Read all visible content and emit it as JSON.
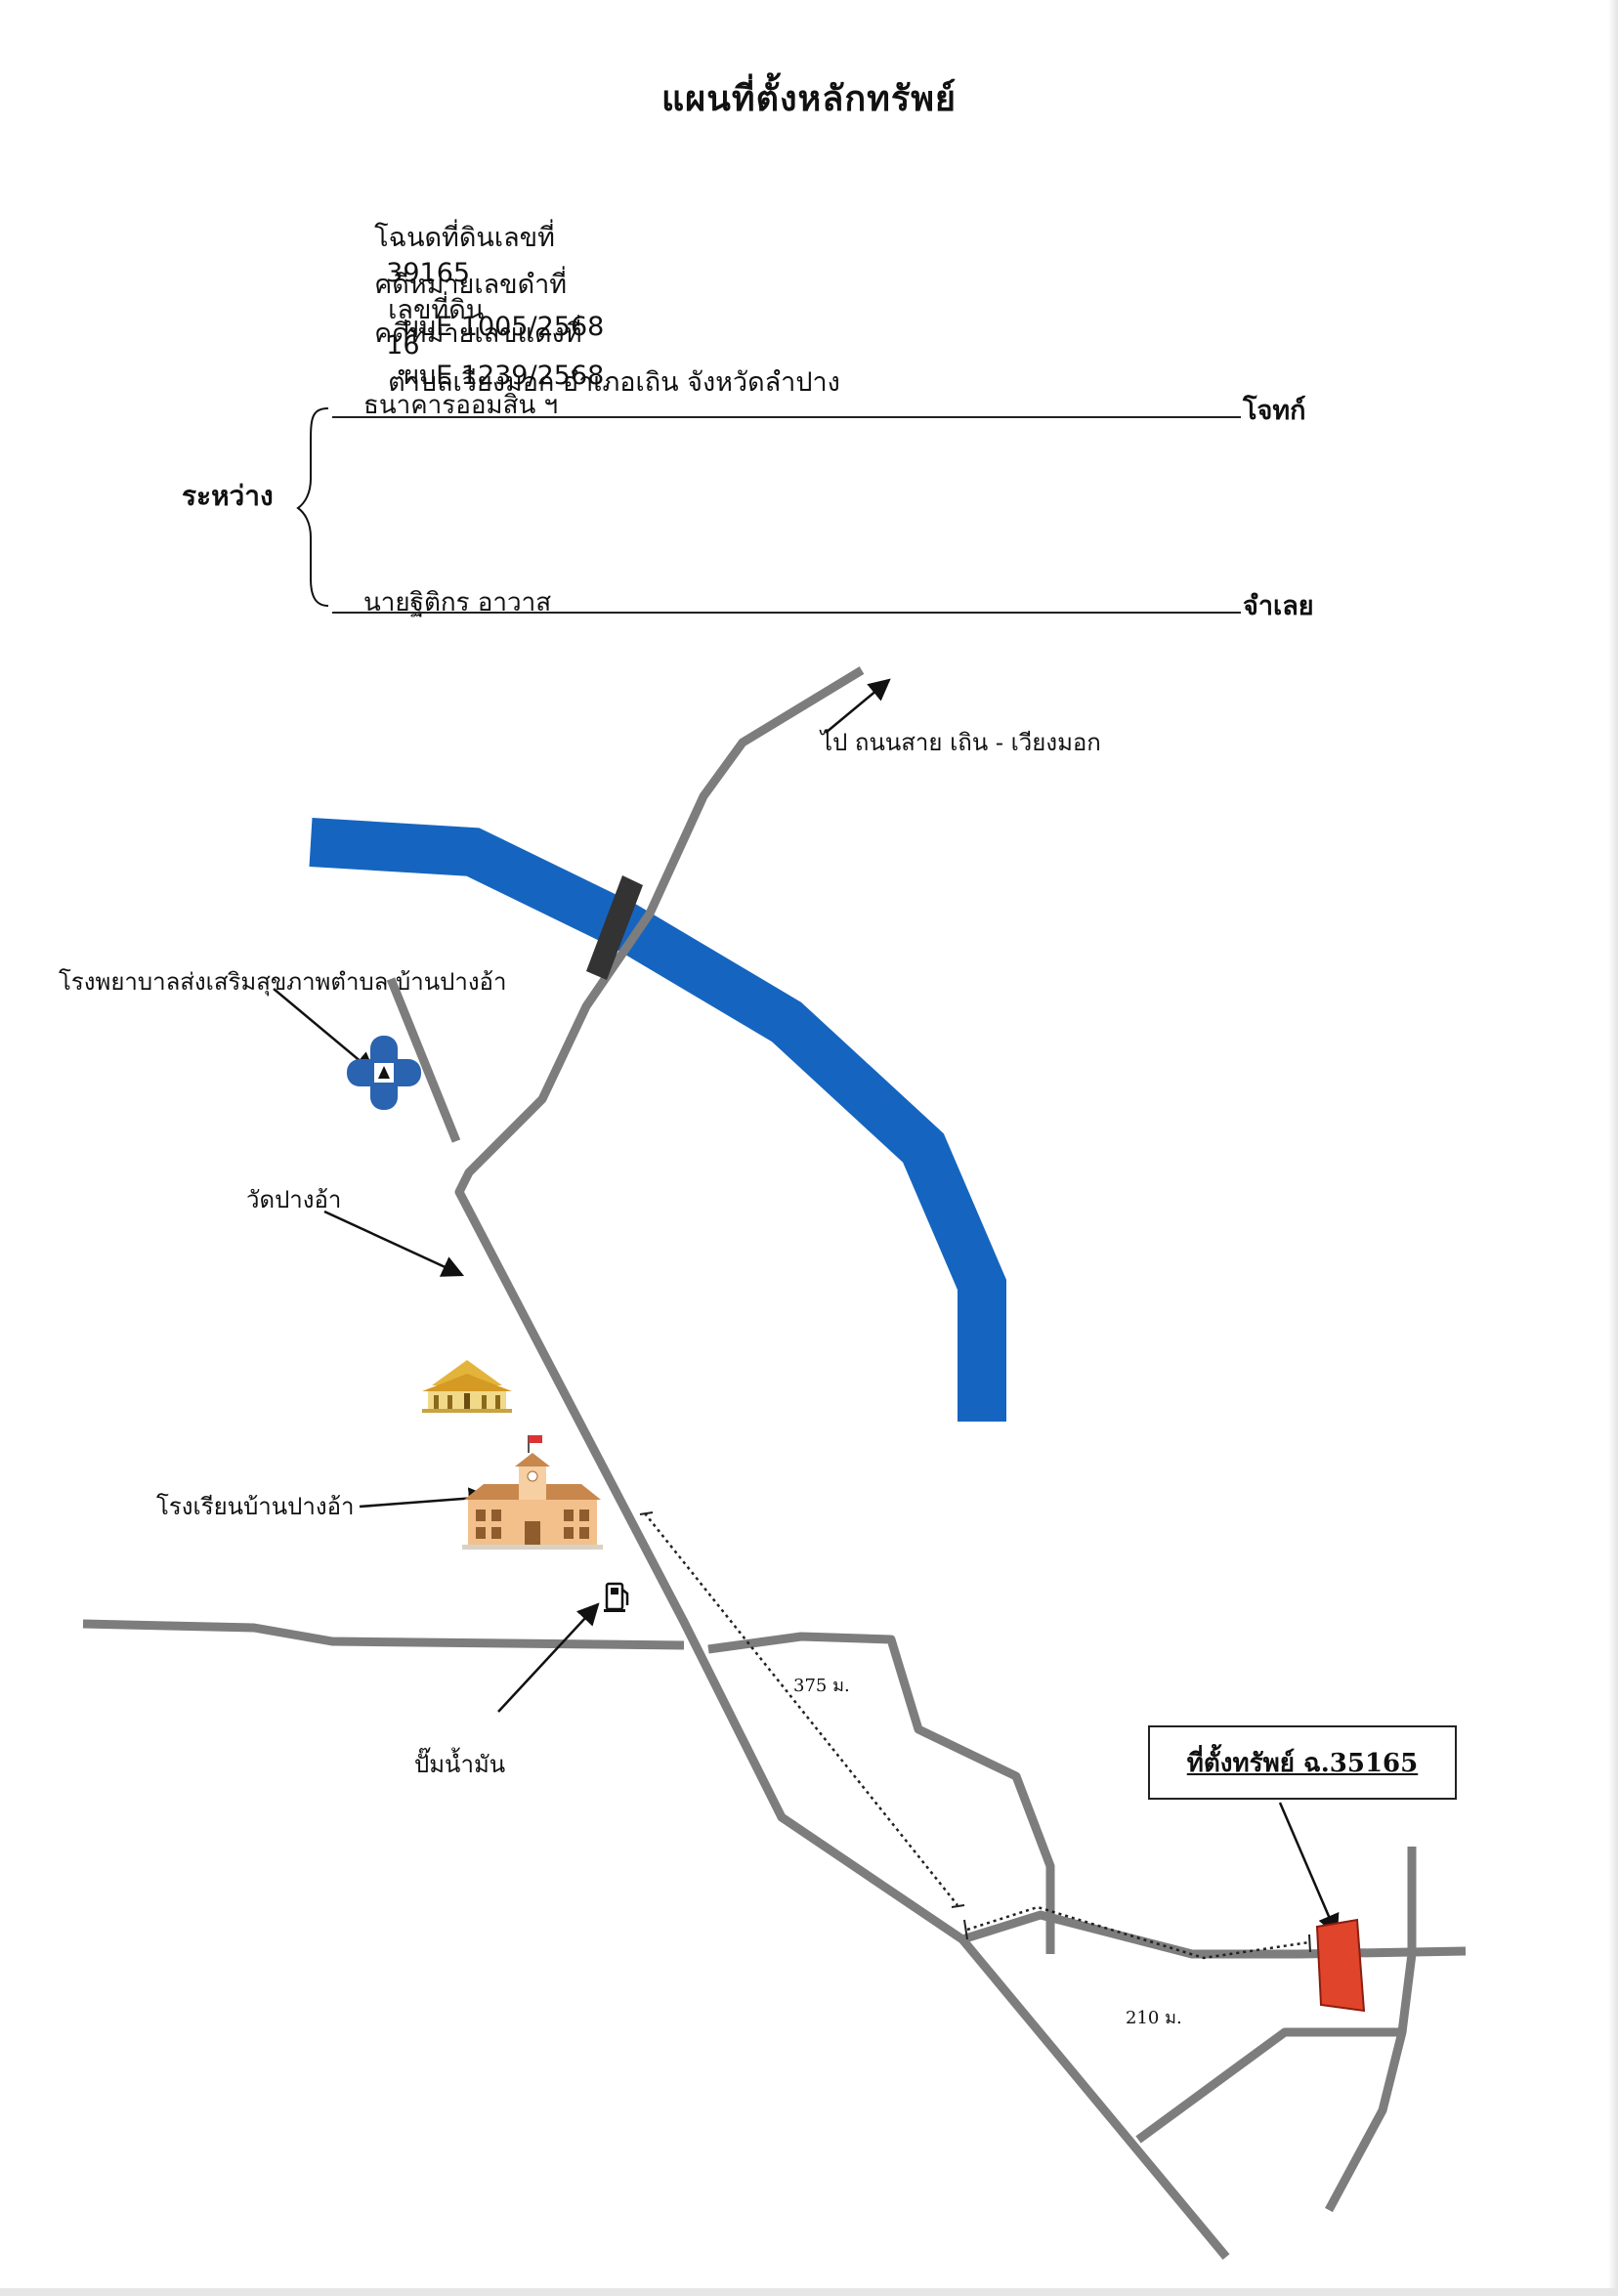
{
  "title": "แผนที่ตั้งหลักทรัพย์",
  "deed": {
    "label": "โฉนดที่ดินเลขที่",
    "deed_no": "39165",
    "land_label": "เลขที่ดิน",
    "land_no": "16",
    "location": "ตำบลเวียงมอก อำเภอเถิน จังหวัดลำปาง"
  },
  "case": {
    "black_label": "คดีหมายเลขดำที่",
    "black_no": "ผบE 1005/2568",
    "red_label": "คดีหมายเลขแดงที่",
    "red_no": "ผบE 1239/2568"
  },
  "parties": {
    "between_label": "ระหว่าง",
    "plaintiff_name": "ธนาคารออมสิน ฯ",
    "plaintiff_role": "โจทก์",
    "defendant_name": "นายฐิติกร   อาวาส",
    "defendant_role": "จำเลย"
  },
  "map": {
    "road_label": "ไป ถนนสาย เถิน - เวียงมอก",
    "hospital_label": "โรงพยาบาลส่งเสริมสุขภาพตำบล บ้านปางอ้า",
    "temple_label": "วัดปางอ้า",
    "school_label": "โรงเรียนบ้านปางอ้า",
    "gas_label": "ปั๊มน้ำมัน",
    "distance_1": "375 ม.",
    "distance_2": "210 ม.",
    "property_label": "ที่ตั้งทรัพย์ ฉ.35165",
    "colors": {
      "river": "#1565c0",
      "road": "#7d7d7d",
      "property": "#e0442b"
    }
  }
}
